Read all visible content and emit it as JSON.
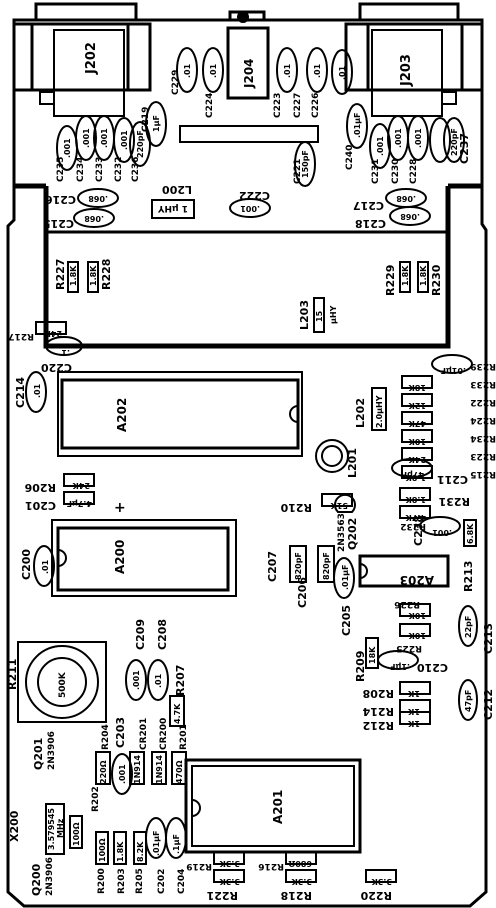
{
  "connectors": [
    {
      "id": "J202",
      "label": "J202"
    },
    {
      "id": "J203",
      "label": "J203"
    },
    {
      "id": "J204",
      "label": "J204"
    }
  ],
  "ics": [
    {
      "id": "A202",
      "label": "A202"
    },
    {
      "id": "A200",
      "label": "A200"
    },
    {
      "id": "A201",
      "label": "A201"
    },
    {
      "id": "A203",
      "label": "A203"
    }
  ],
  "chips": [
    {
      "id": "C229",
      "text": "C229"
    },
    {
      "id": "C224",
      "text": "C224"
    },
    {
      "id": "C223",
      "text": "C223"
    },
    {
      "id": "C227",
      "text": "C227"
    },
    {
      "id": "C226",
      "text": "C226"
    },
    {
      "id": "C219",
      "text": "C219"
    },
    {
      "id": "C235",
      "text": "C235"
    },
    {
      "id": "C234",
      "text": "C234"
    },
    {
      "id": "C233",
      "text": "C233"
    },
    {
      "id": "C232",
      "text": "C232"
    },
    {
      "id": "C236",
      "text": "C236"
    },
    {
      "id": "C221",
      "text": "C221"
    },
    {
      "id": "C240",
      "text": "C240"
    },
    {
      "id": "C231",
      "text": "C231"
    },
    {
      "id": "C230",
      "text": "C230"
    },
    {
      "id": "C228",
      "text": "C228"
    },
    {
      "id": "C237",
      "text": "C237"
    },
    {
      "id": "C216",
      "text": "C216"
    },
    {
      "id": "C215",
      "text": "C215"
    },
    {
      "id": "L200",
      "text": "L200"
    },
    {
      "id": "C222",
      "text": "C222"
    },
    {
      "id": "C217",
      "text": "C217"
    },
    {
      "id": "C218",
      "text": "C218"
    },
    {
      "id": "R227",
      "text": "R227"
    },
    {
      "id": "R228",
      "text": "R228"
    },
    {
      "id": "R229",
      "text": "R229"
    },
    {
      "id": "R230",
      "text": "R230"
    },
    {
      "id": "L203",
      "text": "L203"
    },
    {
      "id": "R217",
      "text": "R217"
    },
    {
      "id": "C220",
      "text": "C220"
    },
    {
      "id": "R239",
      "text": "R239"
    },
    {
      "id": "C214",
      "text": "C214"
    },
    {
      "id": "R233",
      "text": "R233"
    },
    {
      "id": "R222",
      "text": "R222"
    },
    {
      "id": "R224",
      "text": "R224"
    },
    {
      "id": "R234",
      "text": "R234"
    },
    {
      "id": "R223",
      "text": "R223"
    },
    {
      "id": "R215",
      "text": "R215"
    },
    {
      "id": "L202",
      "text": "L202"
    },
    {
      "id": "L201",
      "text": "L201"
    },
    {
      "id": "C211",
      "text": "C211"
    },
    {
      "id": "R206",
      "text": "R206"
    },
    {
      "id": "C201",
      "text": "C201"
    },
    {
      "id": "R210",
      "text": "R210"
    },
    {
      "id": "R231",
      "text": "R231"
    },
    {
      "id": "R232",
      "text": "R232"
    },
    {
      "id": "Q202",
      "text": "Q202"
    },
    {
      "id": "2N3563",
      "text": "2N3563"
    },
    {
      "id": "C238",
      "text": "C238"
    },
    {
      "id": "R213",
      "text": "R213"
    },
    {
      "id": "C200",
      "text": "C200"
    },
    {
      "id": "C207",
      "text": "C207"
    },
    {
      "id": "C206",
      "text": "C206"
    },
    {
      "id": "C205",
      "text": "C205"
    },
    {
      "id": "R226",
      "text": "R226"
    },
    {
      "id": "R225",
      "text": "R225"
    },
    {
      "id": "C213",
      "text": "C213"
    },
    {
      "id": "R209",
      "text": "R209"
    },
    {
      "id": "C210",
      "text": "C210"
    },
    {
      "id": "R208",
      "text": "R208"
    },
    {
      "id": "R214",
      "text": "R214"
    },
    {
      "id": "C212",
      "text": "C212"
    },
    {
      "id": "R212",
      "text": "R212"
    },
    {
      "id": "R211",
      "text": "R211"
    },
    {
      "id": "C209",
      "text": "C209"
    },
    {
      "id": "C208",
      "text": "C208"
    },
    {
      "id": "R207",
      "text": "R207"
    },
    {
      "id": "Q201",
      "text": "Q201"
    },
    {
      "id": "2N3906a",
      "text": "2N3906"
    },
    {
      "id": "R204",
      "text": "R204"
    },
    {
      "id": "C203",
      "text": "C203"
    },
    {
      "id": "CR201",
      "text": "CR201"
    },
    {
      "id": "CR200",
      "text": "CR200"
    },
    {
      "id": "R201",
      "text": "R201"
    },
    {
      "id": "X200",
      "text": "X200"
    },
    {
      "id": "R202",
      "text": "R202"
    },
    {
      "id": "Q200",
      "text": "Q200"
    },
    {
      "id": "2N3906b",
      "text": "2N3906"
    },
    {
      "id": "R200",
      "text": "R200"
    },
    {
      "id": "R203",
      "text": "R203"
    },
    {
      "id": "R205",
      "text": "R205"
    },
    {
      "id": "C202",
      "text": "C202"
    },
    {
      "id": "C204",
      "text": "C204"
    },
    {
      "id": "R219",
      "text": "R219"
    },
    {
      "id": "R221",
      "text": "R221"
    },
    {
      "id": "R216",
      "text": "R216"
    },
    {
      "id": "R218",
      "text": "R218"
    },
    {
      "id": "R220",
      "text": "R220"
    }
  ],
  "values": [
    {
      "id": "v_c229",
      "text": ".01"
    },
    {
      "id": "v_c224",
      "text": ".01"
    },
    {
      "id": "v_c223",
      "text": ".01"
    },
    {
      "id": "v_c227",
      "text": ".01"
    },
    {
      "id": "v_c226",
      "text": ".01"
    },
    {
      "id": "v_c219",
      "text": "1µF"
    },
    {
      "id": "v_c235",
      "text": ".001"
    },
    {
      "id": "v_c234",
      "text": ".001"
    },
    {
      "id": "v_c233",
      "text": ".001"
    },
    {
      "id": "v_c232",
      "text": ".001"
    },
    {
      "id": "v_c236",
      "text": "220pF"
    },
    {
      "id": "v_c221",
      "text": "150pF"
    },
    {
      "id": "v_c240",
      "text": ".01µF"
    },
    {
      "id": "v_c231",
      "text": ".001"
    },
    {
      "id": "v_c230",
      "text": ".001"
    },
    {
      "id": "v_c228",
      "text": ".001"
    },
    {
      "id": "v_c237",
      "text": "220pF"
    },
    {
      "id": "v_c216",
      "text": ".068"
    },
    {
      "id": "v_c215",
      "text": ".068"
    },
    {
      "id": "v_l200",
      "text": "1 µHY"
    },
    {
      "id": "v_c222",
      "text": ".001"
    },
    {
      "id": "v_c217",
      "text": ".068"
    },
    {
      "id": "v_c218",
      "text": ".068"
    },
    {
      "id": "v_r227",
      "text": "1.8K"
    },
    {
      "id": "v_r228",
      "text": "1.8K"
    },
    {
      "id": "v_r229",
      "text": "1.8K"
    },
    {
      "id": "v_r230",
      "text": "1.8K"
    },
    {
      "id": "v_l203",
      "text": "15"
    },
    {
      "id": "v_l203u",
      "text": "µHY"
    },
    {
      "id": "v_r217",
      "text": "24K"
    },
    {
      "id": "v_c220",
      "text": ".1"
    },
    {
      "id": "v_r239",
      "text": ".01µF"
    },
    {
      "id": "v_c214",
      "text": ".01"
    },
    {
      "id": "v_r233",
      "text": "18K"
    },
    {
      "id": "v_r222",
      "text": "12K"
    },
    {
      "id": "v_r224",
      "text": "47K"
    },
    {
      "id": "v_r234",
      "text": "10K"
    },
    {
      "id": "v_r223",
      "text": "24K"
    },
    {
      "id": "v_r215",
      "text": "1.8K"
    },
    {
      "id": "v_l202",
      "text": "2.0µHY"
    },
    {
      "id": "v_c211",
      "text": "47pF"
    },
    {
      "id": "v_r206",
      "text": "24K"
    },
    {
      "id": "v_c201",
      "text": "4.7µF"
    },
    {
      "id": "v_plus",
      "text": "+"
    },
    {
      "id": "v_r210",
      "text": "51K"
    },
    {
      "id": "v_r231",
      "text": "1.8K"
    },
    {
      "id": "v_r232",
      "text": "4.7K"
    },
    {
      "id": "v_c238",
      "text": ".001"
    },
    {
      "id": "v_r213",
      "text": "6.8K"
    },
    {
      "id": "v_c200",
      "text": ".01"
    },
    {
      "id": "v_c207",
      "text": "820pF"
    },
    {
      "id": "v_c206",
      "text": "820pF"
    },
    {
      "id": "v_c205",
      "text": ".01µF"
    },
    {
      "id": "v_r226",
      "text": "10K"
    },
    {
      "id": "v_r225",
      "text": "10K"
    },
    {
      "id": "v_c213",
      "text": "22pF"
    },
    {
      "id": "v_r209",
      "text": "18K"
    },
    {
      "id": "v_c210",
      "text": ".1µF"
    },
    {
      "id": "v_r208",
      "text": "1K"
    },
    {
      "id": "v_r214",
      "text": "1K"
    },
    {
      "id": "v_c212",
      "text": "47pF"
    },
    {
      "id": "v_r212",
      "text": "1K"
    },
    {
      "id": "v_r211",
      "text": "500K"
    },
    {
      "id": "v_c209",
      "text": ".001"
    },
    {
      "id": "v_c208",
      "text": ".01"
    },
    {
      "id": "v_r207",
      "text": "4.7K"
    },
    {
      "id": "v_r204",
      "text": "220Ω"
    },
    {
      "id": "v_c203",
      "text": ".001"
    },
    {
      "id": "v_cr201",
      "text": "1N914"
    },
    {
      "id": "v_cr200",
      "text": "1N914"
    },
    {
      "id": "v_r201",
      "text": "470Ω"
    },
    {
      "id": "v_x200",
      "text": "3.579545"
    },
    {
      "id": "v_x200u",
      "text": "MHz"
    },
    {
      "id": "v_r202",
      "text": "100Ω"
    },
    {
      "id": "v_r200",
      "text": "100Ω"
    },
    {
      "id": "v_r203",
      "text": "1.8K"
    },
    {
      "id": "v_r205",
      "text": "8.2K"
    },
    {
      "id": "v_c202",
      "text": ".01µF"
    },
    {
      "id": "v_c204",
      "text": ".1µF"
    },
    {
      "id": "v_r219",
      "text": "3.3K"
    },
    {
      "id": "v_r221",
      "text": "3.3K"
    },
    {
      "id": "v_r216",
      "text": "680Ω"
    },
    {
      "id": "v_r218",
      "text": "3.3K"
    },
    {
      "id": "v_r220",
      "text": "3.3K"
    }
  ]
}
